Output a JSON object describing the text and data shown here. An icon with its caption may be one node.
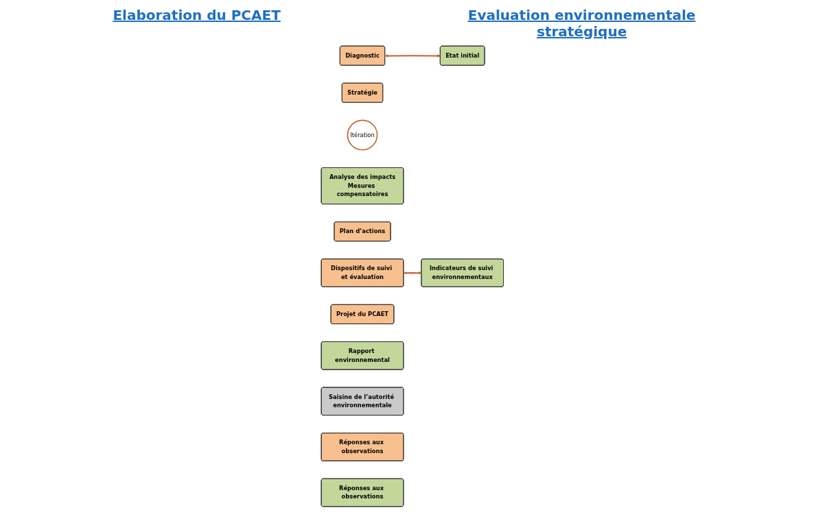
{
  "diagram": {
    "nodes": [
      {
        "text": [
          "Diagnostic"
        ]
      },
      {
        "text": [
          "Etat initial"
        ]
      },
      {
        "text": [
          "Stratégie"
        ]
      },
      {
        "text": [
          "Itération"
        ]
      },
      {
        "text": [
          "Analyse des impacts",
          "Mesures compensatoires"
        ]
      },
      {
        "text": [
          "Plan d’actions"
        ]
      },
      {
        "text": [
          "Dispositifs de suivi et évaluation"
        ]
      },
      {
        "text": [
          "Indicateurs de suivi environnementaux"
        ]
      },
      {
        "text": [
          "Projet du PCAET"
        ]
      },
      {
        "text": [
          "Rapport environnemental"
        ]
      },
      {
        "text": [
          "Saisine de l’autorité environnementale"
        ]
      },
      {
        "text": [
          "Réponses aux observations"
        ]
      },
      {
        "text": [
          "Réponses aux observations"
        ]
      }
    ],
    "edges": [
      {
        "from": 0,
        "to": 1,
        "arrow": "both"
      },
      {
        "from": 6,
        "to": 7,
        "arrow": "both"
      }
    ],
    "labels": [
      "Elaboration du PCAET",
      "Evaluation environnementale stratégique"
    ]
  }
}
